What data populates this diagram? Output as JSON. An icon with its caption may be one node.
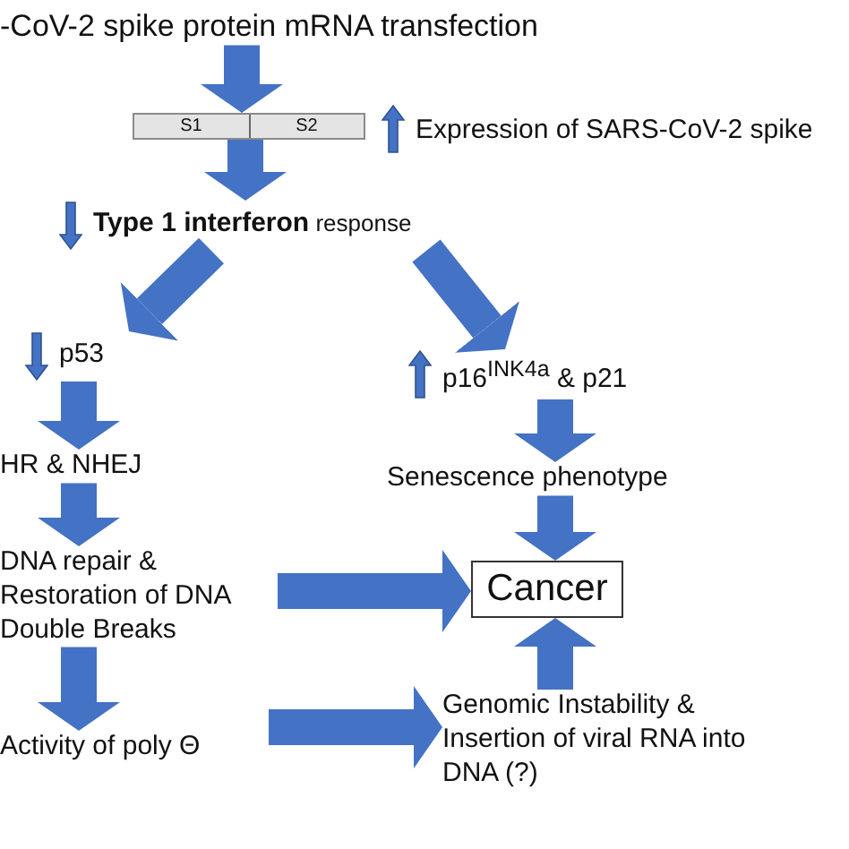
{
  "diagram": {
    "nodes": [
      {
        "text": [
          "-CoV-2 spike protein mRNA transfection"
        ]
      },
      {
        "text": [
          "S1",
          "S2"
        ],
        "beside": [
          "Expression of SARS-CoV-2 spike"
        ]
      },
      {
        "text": [
          "**Type 1 interferon** response"
        ]
      },
      {
        "text": [
          "p53"
        ]
      },
      {
        "text": [
          "HR & NHEJ"
        ]
      },
      {
        "text": [
          "DNA repair & Restoration of DNA Double Breaks"
        ]
      },
      {
        "text": [
          "Activity of poly Θ"
        ]
      },
      {
        "text": [
          "p16$^{INK4a}$ & p21"
        ]
      },
      {
        "text": [
          "Senescence phenotype"
        ]
      },
      {
        "text": [
          "Cancer"
        ]
      },
      {
        "text": [
          "Genomic Instability & Insertion of viral RNA into DNA (?)"
        ]
      }
    ],
    "edges": [
      {
        "from": 0,
        "to": 1,
        "arrow": "to"
      },
      {
        "from": 1,
        "to": 2,
        "arrow": "to"
      },
      {
        "from": 2,
        "to": 3,
        "arrow": "to"
      },
      {
        "from": 2,
        "to": 7,
        "arrow": "to"
      },
      {
        "from": 3,
        "to": 4,
        "arrow": "to"
      },
      {
        "from": 4,
        "to": 5,
        "arrow": "to"
      },
      {
        "from": 5,
        "to": 6,
        "arrow": "to"
      },
      {
        "from": 5,
        "to": 9,
        "arrow": "to"
      },
      {
        "from": 6,
        "to": 10,
        "arrow": "to"
      },
      {
        "from": 7,
        "to": 8,
        "arrow": "to"
      },
      {
        "from": 8,
        "to": 9,
        "arrow": "to"
      },
      {
        "from": 10,
        "to": 9,
        "arrow": "to"
      }
    ]
  }
}
